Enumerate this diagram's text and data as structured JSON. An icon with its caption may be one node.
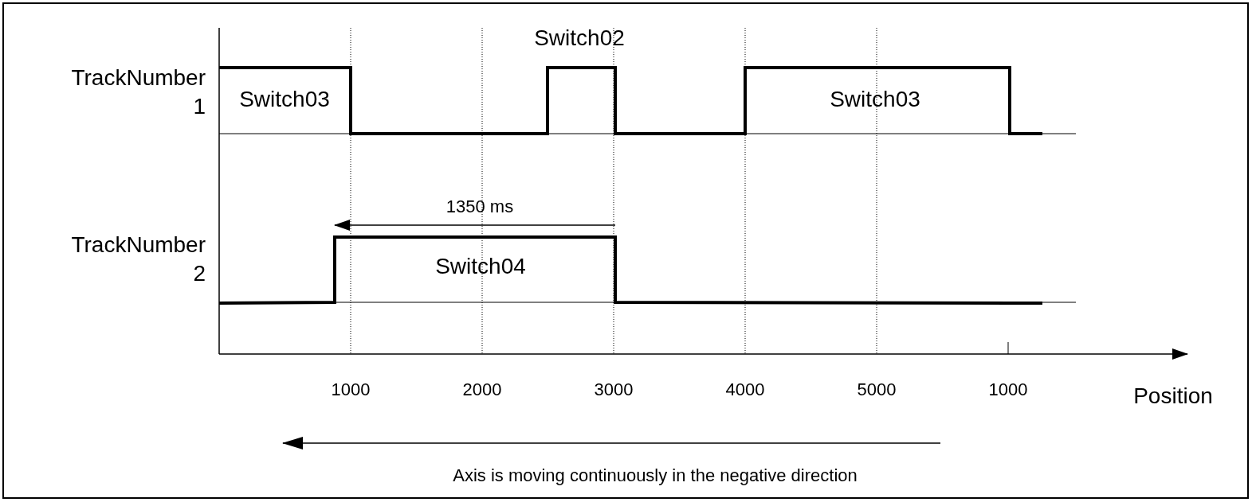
{
  "diagram": {
    "labels": [
      "Switch02",
      "TrackNumber 1",
      "Switch03",
      "Switch03",
      "1350 ms",
      "TrackNumber 2",
      "Switch04",
      "1000",
      "2000",
      "3000",
      "4000",
      "5000",
      "1000",
      "Position",
      "Axis is moving continuously in the negative direction"
    ]
  }
}
